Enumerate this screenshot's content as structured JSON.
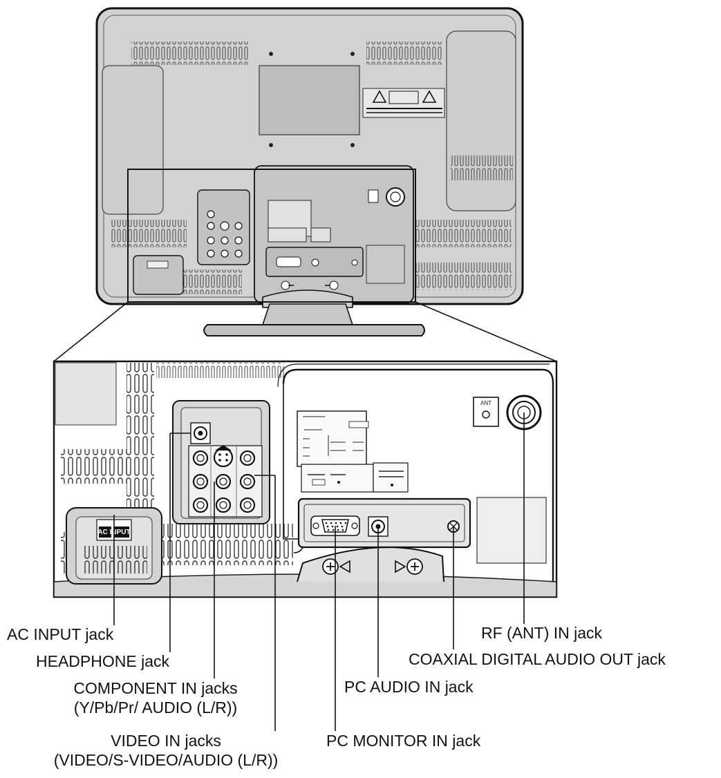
{
  "panel_text": {
    "ac_input_label": "AC INPUT",
    "ant_label": "ANT"
  },
  "callouts": {
    "ac_input": "AC INPUT jack",
    "headphone": "HEADPHONE jack",
    "component_in_1": "COMPONENT IN jacks",
    "component_in_2": "(Y/Pb/Pr/ AUDIO (L/R))",
    "video_in_1": "VIDEO IN jacks",
    "video_in_2": "(VIDEO/S-VIDEO/AUDIO (L/R))",
    "rf_ant_in": "RF (ANT) IN jack",
    "coaxial_out": "COAXIAL DIGITAL AUDIO OUT jack",
    "pc_audio_in": "PC AUDIO IN jack",
    "pc_monitor_in": "PC MONITOR IN jack"
  }
}
